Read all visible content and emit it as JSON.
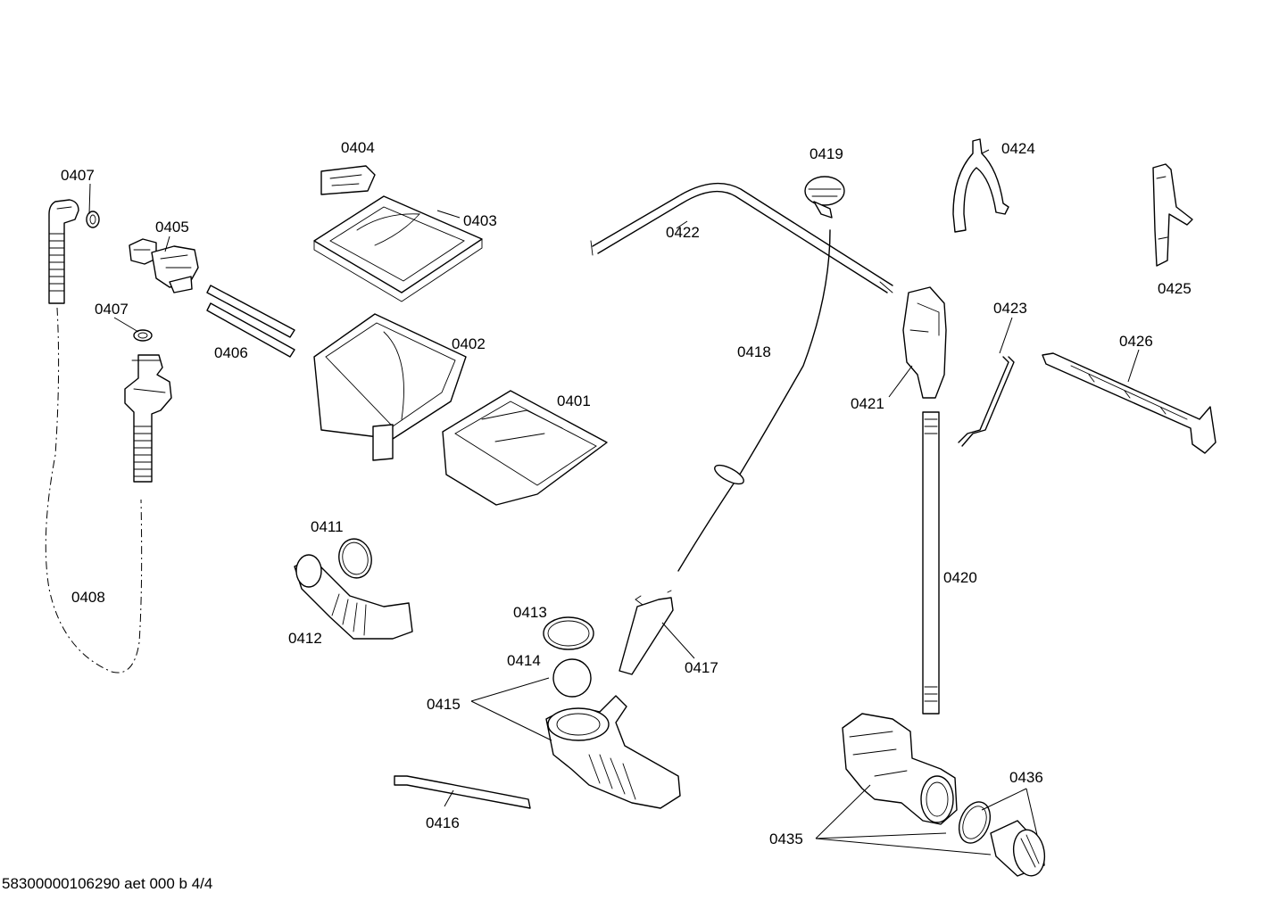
{
  "footer_code": "58300000106290 aet 000 b 4/4",
  "labels": {
    "p0401": "0401",
    "p0402": "0402",
    "p0403": "0403",
    "p0404": "0404",
    "p0405": "0405",
    "p0406": "0406",
    "p0407a": "0407",
    "p0407b": "0407",
    "p0408": "0408",
    "p0411": "0411",
    "p0412": "0412",
    "p0413": "0413",
    "p0414": "0414",
    "p0415": "0415",
    "p0416": "0416",
    "p0417": "0417",
    "p0418": "0418",
    "p0419": "0419",
    "p0420": "0420",
    "p0421": "0421",
    "p0422": "0422",
    "p0423": "0423",
    "p0424": "0424",
    "p0425": "0425",
    "p0426": "0426",
    "p0435": "0435",
    "p0436": "0436"
  },
  "colors": {
    "line": "#000000",
    "background": "#ffffff"
  }
}
